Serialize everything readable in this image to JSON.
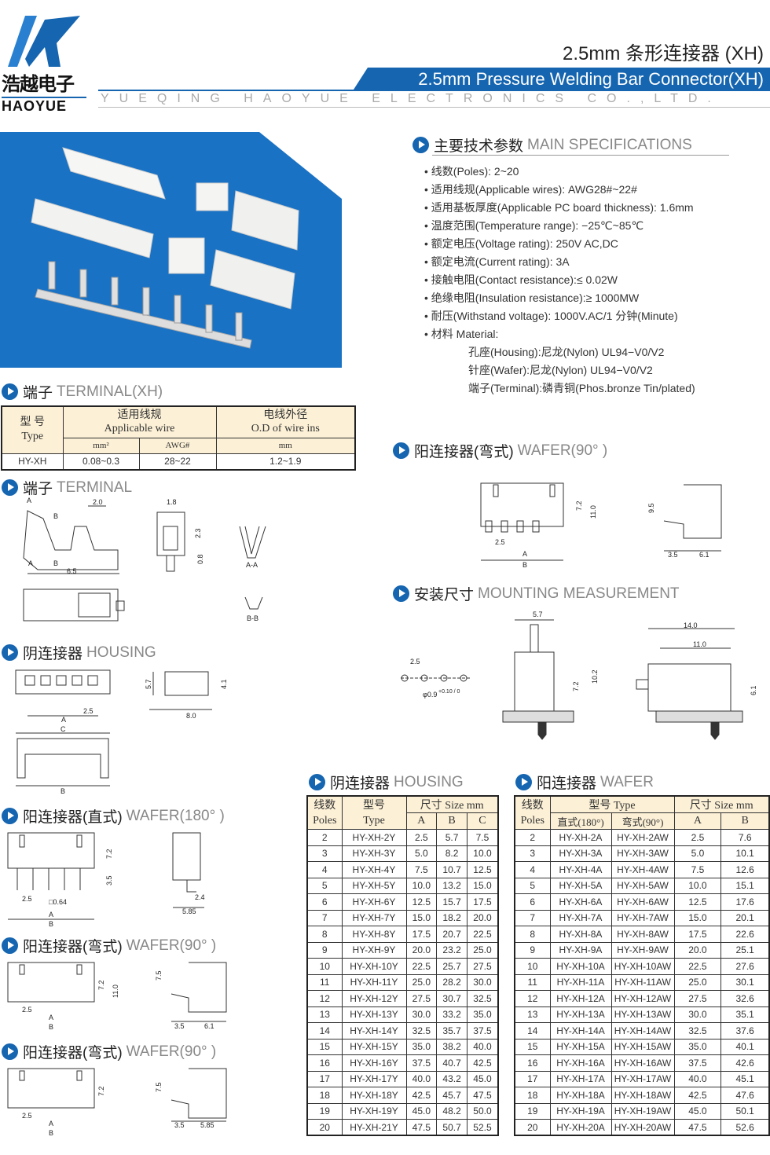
{
  "header": {
    "logo_cn": "浩越电子",
    "logo_en": "HAOYUE",
    "title_cn": "2.5mm 条形连接器 (XH)",
    "title_en": "2.5mm Pressure Welding Bar Connector(XH)",
    "company": "YUEQING HAOYUE ELECTRONICS CO.,LTD."
  },
  "colors": {
    "brand_blue": "#1565b0",
    "table_header": "#fcf0d6"
  },
  "specs": {
    "heading_cn": "主要技术参数",
    "heading_en": "MAIN SPECIFICATIONS",
    "items": [
      "线数(Poles): 2~20",
      "适用线规(Applicable wires): AWG28#~22#",
      "适用基板厚度(Applicable PC board thickness): 1.6mm",
      "温度范围(Temperature range): −25℃~85℃",
      "额定电压(Voltage rating): 250V AC,DC",
      "额定电流(Current rating): 3A",
      "接触电阻(Contact resistance):≤ 0.02W",
      "绝缘电阻(Insulation resistance):≥ 1000MW",
      "耐压(Withstand voltage): 1000V.AC/1 分钟(Minute)",
      "材料 Material:"
    ],
    "materials": [
      "孔座(Housing):尼龙(Nylon) UL94−V0/V2",
      "针座(Wafer):尼龙(Nylon) UL94−V0/V2",
      "端子(Terminal):磷青铜(Phos.bronze Tin/plated)"
    ]
  },
  "sections": {
    "terminal_xh": {
      "cn": "端子",
      "en": "TERMINAL(XH)"
    },
    "terminal": {
      "cn": "端子",
      "en": "TERMINAL"
    },
    "housing": {
      "cn": "阴连接器",
      "en": "HOUSING"
    },
    "wafer180": {
      "cn": "阳连接器(直式)",
      "en": "WAFER(180°  )"
    },
    "wafer90a": {
      "cn": "阳连接器(弯式)",
      "en": "WAFER(90°  )"
    },
    "wafer90b": {
      "cn": "阳连接器(弯式)",
      "en": "WAFER(90°  )"
    },
    "wafer90_right": {
      "cn": "阳连接器(弯式)",
      "en": "WAFER(90°  )"
    },
    "mounting": {
      "cn": "安装尺寸",
      "en": "MOUNTING MEASUREMENT"
    },
    "housing_table": {
      "cn": "阴连接器",
      "en": "HOUSING"
    },
    "wafer_table": {
      "cn": "阳连接器",
      "en": "WAFER"
    }
  },
  "terminal_table": {
    "type_cn": "型  号",
    "type_en": "Type",
    "wire_cn": "适用线规",
    "wire_en": "Applicable wire",
    "od_cn": "电线外径",
    "od_en": "O.D of wire ins",
    "unit_mm2": "mm²",
    "unit_awg": "AWG#",
    "unit_mm": "mm",
    "row": {
      "type": "HY-XH",
      "mm2": "0.08~0.3",
      "awg": "28~22",
      "od": "1.2~1.9"
    }
  },
  "dims": {
    "t_20": "2.0",
    "t_65": "6.5",
    "t_18": "1.8",
    "t_23": "2.3",
    "t_08": "0.8",
    "aa": "A-A",
    "bb": "B-B",
    "A": "A",
    "B": "B",
    "C": "C",
    "h_25": "2.5",
    "h_57": "5.7",
    "h_41": "4.1",
    "h_80": "8.0",
    "w_72": "7.2",
    "w_110": "11.0",
    "w_95": "9.5",
    "w_35": "3.5",
    "w_61": "6.1",
    "w_25": "2.5",
    "w_064": "□0.64",
    "w_24": "2.4",
    "w_585": "5.85",
    "w_75": "7.5",
    "m_25": "2.5",
    "m_hole": "φ0.9",
    "m_tol": "+0.10 / 0",
    "m_57": "5.7",
    "m_72": "7.2",
    "m_102": "10.2",
    "m_140": "14.0",
    "m_110": "11.0",
    "m_61": "6.1"
  },
  "housing_table": {
    "h_poles_cn": "线数",
    "h_poles_en": "Poles",
    "h_type_cn": "型号",
    "h_type_en": "Type",
    "h_size": "尺寸 Size mm",
    "cols": [
      "A",
      "B",
      "C"
    ],
    "rows": [
      [
        "2",
        "HY-XH-2Y",
        "2.5",
        "5.7",
        "7.5"
      ],
      [
        "3",
        "HY-XH-3Y",
        "5.0",
        "8.2",
        "10.0"
      ],
      [
        "4",
        "HY-XH-4Y",
        "7.5",
        "10.7",
        "12.5"
      ],
      [
        "5",
        "HY-XH-5Y",
        "10.0",
        "13.2",
        "15.0"
      ],
      [
        "6",
        "HY-XH-6Y",
        "12.5",
        "15.7",
        "17.5"
      ],
      [
        "7",
        "HY-XH-7Y",
        "15.0",
        "18.2",
        "20.0"
      ],
      [
        "8",
        "HY-XH-8Y",
        "17.5",
        "20.7",
        "22.5"
      ],
      [
        "9",
        "HY-XH-9Y",
        "20.0",
        "23.2",
        "25.0"
      ],
      [
        "10",
        "HY-XH-10Y",
        "22.5",
        "25.7",
        "27.5"
      ],
      [
        "11",
        "HY-XH-11Y",
        "25.0",
        "28.2",
        "30.0"
      ],
      [
        "12",
        "HY-XH-12Y",
        "27.5",
        "30.7",
        "32.5"
      ],
      [
        "13",
        "HY-XH-13Y",
        "30.0",
        "33.2",
        "35.0"
      ],
      [
        "14",
        "HY-XH-14Y",
        "32.5",
        "35.7",
        "37.5"
      ],
      [
        "15",
        "HY-XH-15Y",
        "35.0",
        "38.2",
        "40.0"
      ],
      [
        "16",
        "HY-XH-16Y",
        "37.5",
        "40.7",
        "42.5"
      ],
      [
        "17",
        "HY-XH-17Y",
        "40.0",
        "43.2",
        "45.0"
      ],
      [
        "18",
        "HY-XH-18Y",
        "42.5",
        "45.7",
        "47.5"
      ],
      [
        "19",
        "HY-XH-19Y",
        "45.0",
        "48.2",
        "50.0"
      ],
      [
        "20",
        "HY-XH-21Y",
        "47.5",
        "50.7",
        "52.5"
      ]
    ]
  },
  "wafer_table": {
    "h_poles_cn": "线数",
    "h_poles_en": "Poles",
    "h_type": "型号 Type",
    "h_straight": "直式(180°)",
    "h_bent": "弯式(90°)",
    "h_size": "尺寸 Size mm",
    "cols": [
      "A",
      "B"
    ],
    "rows": [
      [
        "2",
        "HY-XH-2A",
        "HY-XH-2AW",
        "2.5",
        "7.6"
      ],
      [
        "3",
        "HY-XH-3A",
        "HY-XH-3AW",
        "5.0",
        "10.1"
      ],
      [
        "4",
        "HY-XH-4A",
        "HY-XH-4AW",
        "7.5",
        "12.6"
      ],
      [
        "5",
        "HY-XH-5A",
        "HY-XH-5AW",
        "10.0",
        "15.1"
      ],
      [
        "6",
        "HY-XH-6A",
        "HY-XH-6AW",
        "12.5",
        "17.6"
      ],
      [
        "7",
        "HY-XH-7A",
        "HY-XH-7AW",
        "15.0",
        "20.1"
      ],
      [
        "8",
        "HY-XH-8A",
        "HY-XH-8AW",
        "17.5",
        "22.6"
      ],
      [
        "9",
        "HY-XH-9A",
        "HY-XH-9AW",
        "20.0",
        "25.1"
      ],
      [
        "10",
        "HY-XH-10A",
        "HY-XH-10AW",
        "22.5",
        "27.6"
      ],
      [
        "11",
        "HY-XH-11A",
        "HY-XH-11AW",
        "25.0",
        "30.1"
      ],
      [
        "12",
        "HY-XH-12A",
        "HY-XH-12AW",
        "27.5",
        "32.6"
      ],
      [
        "13",
        "HY-XH-13A",
        "HY-XH-13AW",
        "30.0",
        "35.1"
      ],
      [
        "14",
        "HY-XH-14A",
        "HY-XH-14AW",
        "32.5",
        "37.6"
      ],
      [
        "15",
        "HY-XH-15A",
        "HY-XH-15AW",
        "35.0",
        "40.1"
      ],
      [
        "16",
        "HY-XH-16A",
        "HY-XH-16AW",
        "37.5",
        "42.6"
      ],
      [
        "17",
        "HY-XH-17A",
        "HY-XH-17AW",
        "40.0",
        "45.1"
      ],
      [
        "18",
        "HY-XH-18A",
        "HY-XH-18AW",
        "42.5",
        "47.6"
      ],
      [
        "19",
        "HY-XH-19A",
        "HY-XH-19AW",
        "45.0",
        "50.1"
      ],
      [
        "20",
        "HY-XH-20A",
        "HY-XH-20AW",
        "47.5",
        "52.6"
      ]
    ]
  }
}
